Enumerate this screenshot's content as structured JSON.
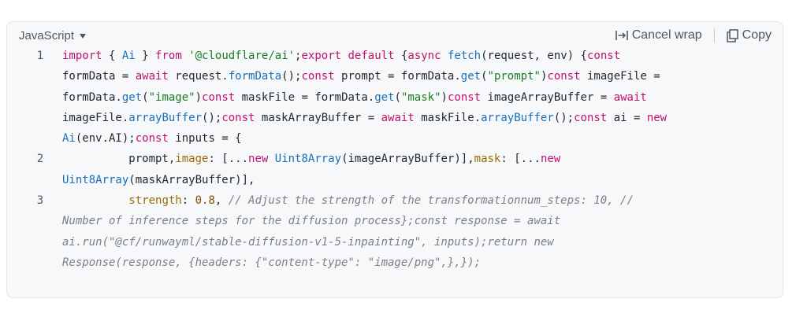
{
  "toolbar": {
    "language": "JavaScript",
    "cancel_wrap_label": "Cancel wrap",
    "copy_label": "Copy"
  },
  "code": {
    "line_numbers": [
      "1",
      "2",
      "3"
    ],
    "l1_r1": {
      "t1": "import",
      "t2": " { ",
      "t3": "Ai",
      "t4": " } ",
      "t5": "from",
      "t6": " ",
      "t7": "'@cloudflare/ai'",
      "t8": ";",
      "t9": "export",
      "t10": " ",
      "t11": "default",
      "t12": " {",
      "t13": "async",
      "t14": " ",
      "t15": "fetch",
      "t16": "(request, env) {",
      "t17": "const"
    },
    "l1_r2": {
      "t1": "formData = ",
      "t2": "await",
      "t3": " request.",
      "t4": "formData",
      "t5": "();",
      "t6": "const",
      "t7": " prompt = formData.",
      "t8": "get",
      "t9": "(",
      "t10": "\"prompt\"",
      "t11": ")",
      "t12": "const",
      "t13": " imageFile ="
    },
    "l1_r3": {
      "t1": "formData.",
      "t2": "get",
      "t3": "(",
      "t4": "\"image\"",
      "t5": ")",
      "t6": "const",
      "t7": " maskFile = formData.",
      "t8": "get",
      "t9": "(",
      "t10": "\"mask\"",
      "t11": ")",
      "t12": "const",
      "t13": " imageArrayBuffer = ",
      "t14": "await"
    },
    "l1_r4": {
      "t1": "imageFile.",
      "t2": "arrayBuffer",
      "t3": "();",
      "t4": "const",
      "t5": " maskArrayBuffer = ",
      "t6": "await",
      "t7": " maskFile.",
      "t8": "arrayBuffer",
      "t9": "();",
      "t10": "const",
      "t11": " ai = ",
      "t12": "new"
    },
    "l1_r5": {
      "t1": "Ai",
      "t2": "(env.AI);",
      "t3": "const",
      "t4": " inputs = {"
    },
    "l2_r1": {
      "t1": "          prompt,",
      "t2": "image",
      "t3": ": [...",
      "t4": "new",
      "t5": " ",
      "t6": "Uint8Array",
      "t7": "(imageArrayBuffer)],",
      "t8": "mask",
      "t9": ": [...",
      "t10": "new"
    },
    "l2_r2": {
      "t1": "Uint8Array",
      "t2": "(maskArrayBuffer)],"
    },
    "l3_r1": {
      "t1": "          ",
      "t2": "strength",
      "t3": ": ",
      "t4": "0.8",
      "t5": ", ",
      "t6": "// Adjust the strength of the transformationnum_steps: 10, //"
    },
    "l3_r2": "Number of inference steps for the diffusion process};const response = await",
    "l3_r3": "ai.run(\"@cf/runwayml/stable-diffusion-v1-5-inpainting\", inputs);return new",
    "l3_r4": "Response(response, {headers: {\"content-type\": \"image/png\",},});"
  }
}
